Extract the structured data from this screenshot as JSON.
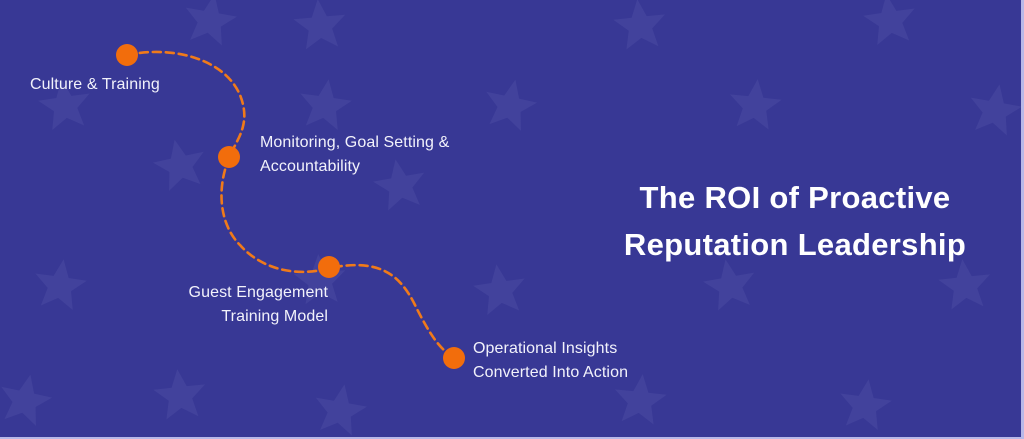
{
  "colors": {
    "background": "#383895",
    "star": "#43439c",
    "path": "#f07a1a",
    "node": "#f26d0c",
    "text": "#f2f2fb",
    "border": "#b8b8e8"
  },
  "title": {
    "line1": "The ROI of Proactive",
    "line2": "Reputation Leadership"
  },
  "steps": [
    {
      "id": "culture-training",
      "lines": [
        "Culture & Training"
      ]
    },
    {
      "id": "monitoring",
      "lines": [
        "Monitoring, Goal Setting &",
        "Accountability"
      ]
    },
    {
      "id": "guest-engagement",
      "lines": [
        "Guest Engagement",
        "Training Model"
      ]
    },
    {
      "id": "operational-insights",
      "lines": [
        "Operational Insights",
        "Converted Into Action"
      ]
    }
  ],
  "decorations": {
    "background_icon": "star-icon",
    "path_style": "dashed"
  }
}
